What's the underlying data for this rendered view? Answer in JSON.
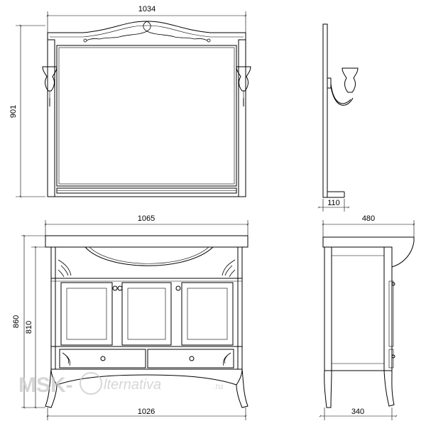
{
  "dimensions": {
    "mirror_width": "1034",
    "mirror_height": "901",
    "mirror_depth": "110",
    "basin_width": "1065",
    "basin_depth": "480",
    "cabinet_height_total": "860",
    "cabinet_height_body": "810",
    "cabinet_base_width": "1026",
    "cabinet_base_depth": "340"
  },
  "watermark": {
    "brand_left": "MSK-",
    "brand_right": "lternativa",
    "domain": ".ru"
  },
  "colors": {
    "line": "#000000",
    "watermark": "#c9c9c9",
    "background": "#ffffff"
  }
}
